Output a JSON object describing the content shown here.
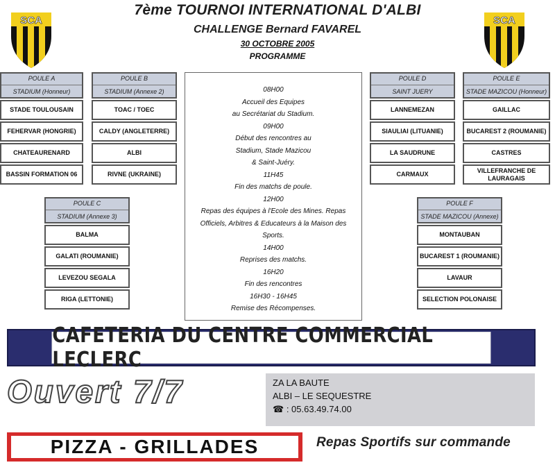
{
  "header": {
    "title": "7ème TOURNOI INTERNATIONAL D'ALBI",
    "subtitle": "CHALLENGE Bernard FAVAREL",
    "date": "30 OCTOBRE 2005",
    "programme": "PROGRAMME"
  },
  "logo": {
    "text": "SCA",
    "colors": {
      "yellow": "#f2cf1e",
      "black": "#111111"
    }
  },
  "pools": [
    {
      "name": "POULE A",
      "venue": "STADIUM (Honneur)",
      "teams": [
        "STADE TOULOUSAIN",
        "FEHERVAR (HONGRIE)",
        "CHATEAURENARD",
        "BASSIN FORMATION 06"
      ]
    },
    {
      "name": "POULE B",
      "venue": "STADIUM (Annexe 2)",
      "teams": [
        "TOAC / TOEC",
        "CALDY (ANGLETERRE)",
        "ALBI",
        "RIVNE (UKRAINE)"
      ]
    },
    {
      "name": "POULE C",
      "venue": "STADIUM (Annexe 3)",
      "teams": [
        "BALMA",
        "GALATI (ROUMANIE)",
        "LEVEZOU SEGALA",
        "RIGA (LETTONIE)"
      ]
    },
    {
      "name": "POULE D",
      "venue": "SAINT JUERY",
      "teams": [
        "LANNEMEZAN",
        "SIAULIAI (LITUANIE)",
        "LA SAUDRUNE",
        "CARMAUX"
      ]
    },
    {
      "name": "POULE E",
      "venue": "STADE MAZICOU (Honneur)",
      "teams": [
        "GAILLAC",
        "BUCAREST 2 (ROUMANIE)",
        "CASTRES",
        "VILLEFRANCHE DE LAURAGAIS"
      ]
    },
    {
      "name": "POULE F",
      "venue": "STADE MAZICOU (Annexe)",
      "teams": [
        "MONTAUBAN",
        "BUCAREST 1 (ROUMANIE)",
        "LAVAUR",
        "SELECTION POLONAISE"
      ]
    }
  ],
  "schedule": [
    "08H00",
    "Accueil des Equipes",
    "au Secrétariat du Stadium.",
    "09H00",
    "Début des rencontres au",
    "Stadium,  Stade Mazicou",
    "& Saint-Juéry.",
    "11H45",
    "Fin des matchs de poule.",
    "12H00",
    "Repas des équipes à l'Ecole des Mines. Repas",
    "Officiels, Arbitres & Educateurs à la Maison des",
    "Sports.",
    "14H00",
    "Reprises des matchs.",
    "16H20",
    "Fin des rencontres",
    "16H30  -  16H45",
    "Remise des Récompenses."
  ],
  "ad": {
    "banner": "CAFETERIA DU CENTRE COMMERCIAL LECLERC",
    "open": "Ouvert 7/7",
    "address_line1": "ZA LA BAUTE",
    "address_line2": "ALBI – LE SEQUESTRE",
    "phone_icon": "phone-icon",
    "phone": ": 05.63.49.74.00",
    "pizza": "PIZZA - GRILLADES",
    "repas": "Repas Sportifs sur commande"
  }
}
